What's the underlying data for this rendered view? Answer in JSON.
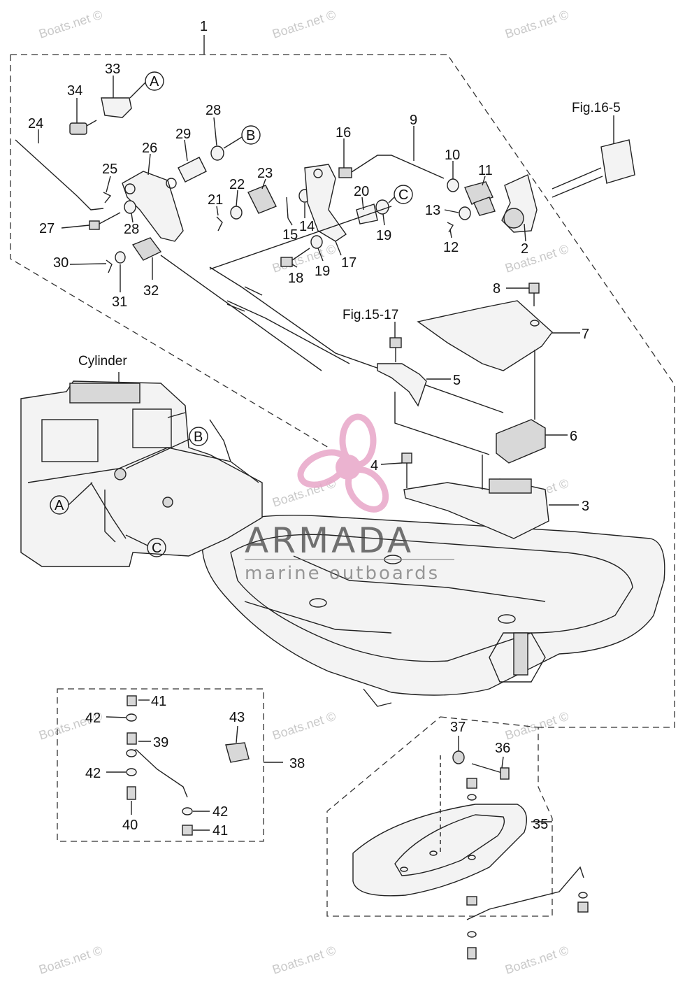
{
  "labels": [
    {
      "id": "l1",
      "text": "1"
    },
    {
      "id": "l2",
      "text": "2"
    },
    {
      "id": "l3",
      "text": "3"
    },
    {
      "id": "l4",
      "text": "4"
    },
    {
      "id": "l5",
      "text": "5"
    },
    {
      "id": "l6",
      "text": "6"
    },
    {
      "id": "l7",
      "text": "7"
    },
    {
      "id": "l8",
      "text": "8"
    },
    {
      "id": "l9",
      "text": "9"
    },
    {
      "id": "l10",
      "text": "10"
    },
    {
      "id": "l11",
      "text": "11"
    },
    {
      "id": "l12",
      "text": "12"
    },
    {
      "id": "l13",
      "text": "13"
    },
    {
      "id": "l14",
      "text": "14"
    },
    {
      "id": "l15",
      "text": "15"
    },
    {
      "id": "l16",
      "text": "16"
    },
    {
      "id": "l17",
      "text": "17"
    },
    {
      "id": "l18",
      "text": "18"
    },
    {
      "id": "l19a",
      "text": "19"
    },
    {
      "id": "l19b",
      "text": "19"
    },
    {
      "id": "l20",
      "text": "20"
    },
    {
      "id": "l21",
      "text": "21"
    },
    {
      "id": "l22",
      "text": "22"
    },
    {
      "id": "l23",
      "text": "23"
    },
    {
      "id": "l24",
      "text": "24"
    },
    {
      "id": "l25",
      "text": "25"
    },
    {
      "id": "l26",
      "text": "26"
    },
    {
      "id": "l27",
      "text": "27"
    },
    {
      "id": "l28a",
      "text": "28"
    },
    {
      "id": "l28b",
      "text": "28"
    },
    {
      "id": "l29",
      "text": "29"
    },
    {
      "id": "l30",
      "text": "30"
    },
    {
      "id": "l31",
      "text": "31"
    },
    {
      "id": "l32",
      "text": "32"
    },
    {
      "id": "l33",
      "text": "33"
    },
    {
      "id": "l34",
      "text": "34"
    },
    {
      "id": "l35",
      "text": "35"
    },
    {
      "id": "l36",
      "text": "36"
    },
    {
      "id": "l37",
      "text": "37"
    },
    {
      "id": "l38",
      "text": "38"
    },
    {
      "id": "l39",
      "text": "39"
    },
    {
      "id": "l40",
      "text": "40"
    },
    {
      "id": "l41a",
      "text": "41"
    },
    {
      "id": "l41b",
      "text": "41"
    },
    {
      "id": "l42a",
      "text": "42"
    },
    {
      "id": "l42b",
      "text": "42"
    },
    {
      "id": "l42c",
      "text": "42"
    },
    {
      "id": "l43",
      "text": "43"
    }
  ],
  "references": {
    "fig16": "Fig.16-5",
    "fig15": "Fig.15-17",
    "cylinder": "Cylinder"
  },
  "callouts": {
    "a_top": "A",
    "b_top": "B",
    "c_top": "C",
    "a_cyl": "A",
    "b_cyl": "B",
    "c_cyl": "C"
  },
  "watermark": {
    "text": "Boats.net ©",
    "brand": "ARMADA",
    "tagline": "marine outboards",
    "logo_color": "#e8a6c8"
  }
}
